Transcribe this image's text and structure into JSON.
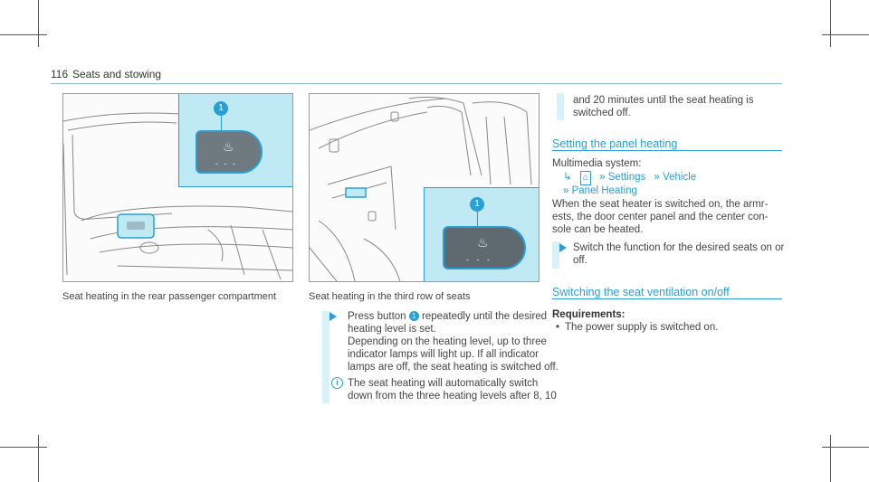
{
  "header": {
    "page_number": "116",
    "section_title": "Seats and stowing"
  },
  "figures": {
    "left": {
      "caption": "Seat heating in the rear passenger compartment",
      "callout": "1"
    },
    "middle": {
      "caption": "Seat heating in the third row of seats",
      "callout": "1"
    }
  },
  "column2": {
    "step_text_a": "Press button",
    "step_badge": "1",
    "step_text_b": "repeatedly until the desired",
    "step_lines": [
      "heating level is set.",
      "Depending on the heating level, up to three",
      "indicator lamps will light up. If all indicator",
      "lamps are off, the seat heating is switched off."
    ],
    "note_lines": [
      "The seat heating will automatically switch",
      "down from the three heating levels after 8, 10"
    ]
  },
  "column3": {
    "cont_lines": [
      "and 20 minutes until the seat heating is",
      "switched off."
    ],
    "section1": {
      "heading": "Setting the panel heating",
      "multimedia_label": "Multimedia system:",
      "nav_settings": "Settings",
      "nav_vehicle": "Vehicle",
      "nav_panel": "Panel Heating",
      "body_lines": [
        "When the seat heater is switched on, the armr-",
        "ests, the door center panel and the center con-",
        "sole can be heated."
      ],
      "step_lines": [
        "Switch the function for the desired seats on or",
        "off."
      ]
    },
    "section2": {
      "heading": "Switching the seat ventilation on/off",
      "req_label": "Requirements:",
      "req_item": "The power supply is switched on."
    }
  },
  "colors": {
    "accent": "#2a9fd6",
    "panel": "#bfeaf3"
  },
  "icons": [
    "home-icon",
    "double-chevron-icon",
    "return-arrow-icon",
    "info-icon",
    "seat-heating-icon"
  ]
}
